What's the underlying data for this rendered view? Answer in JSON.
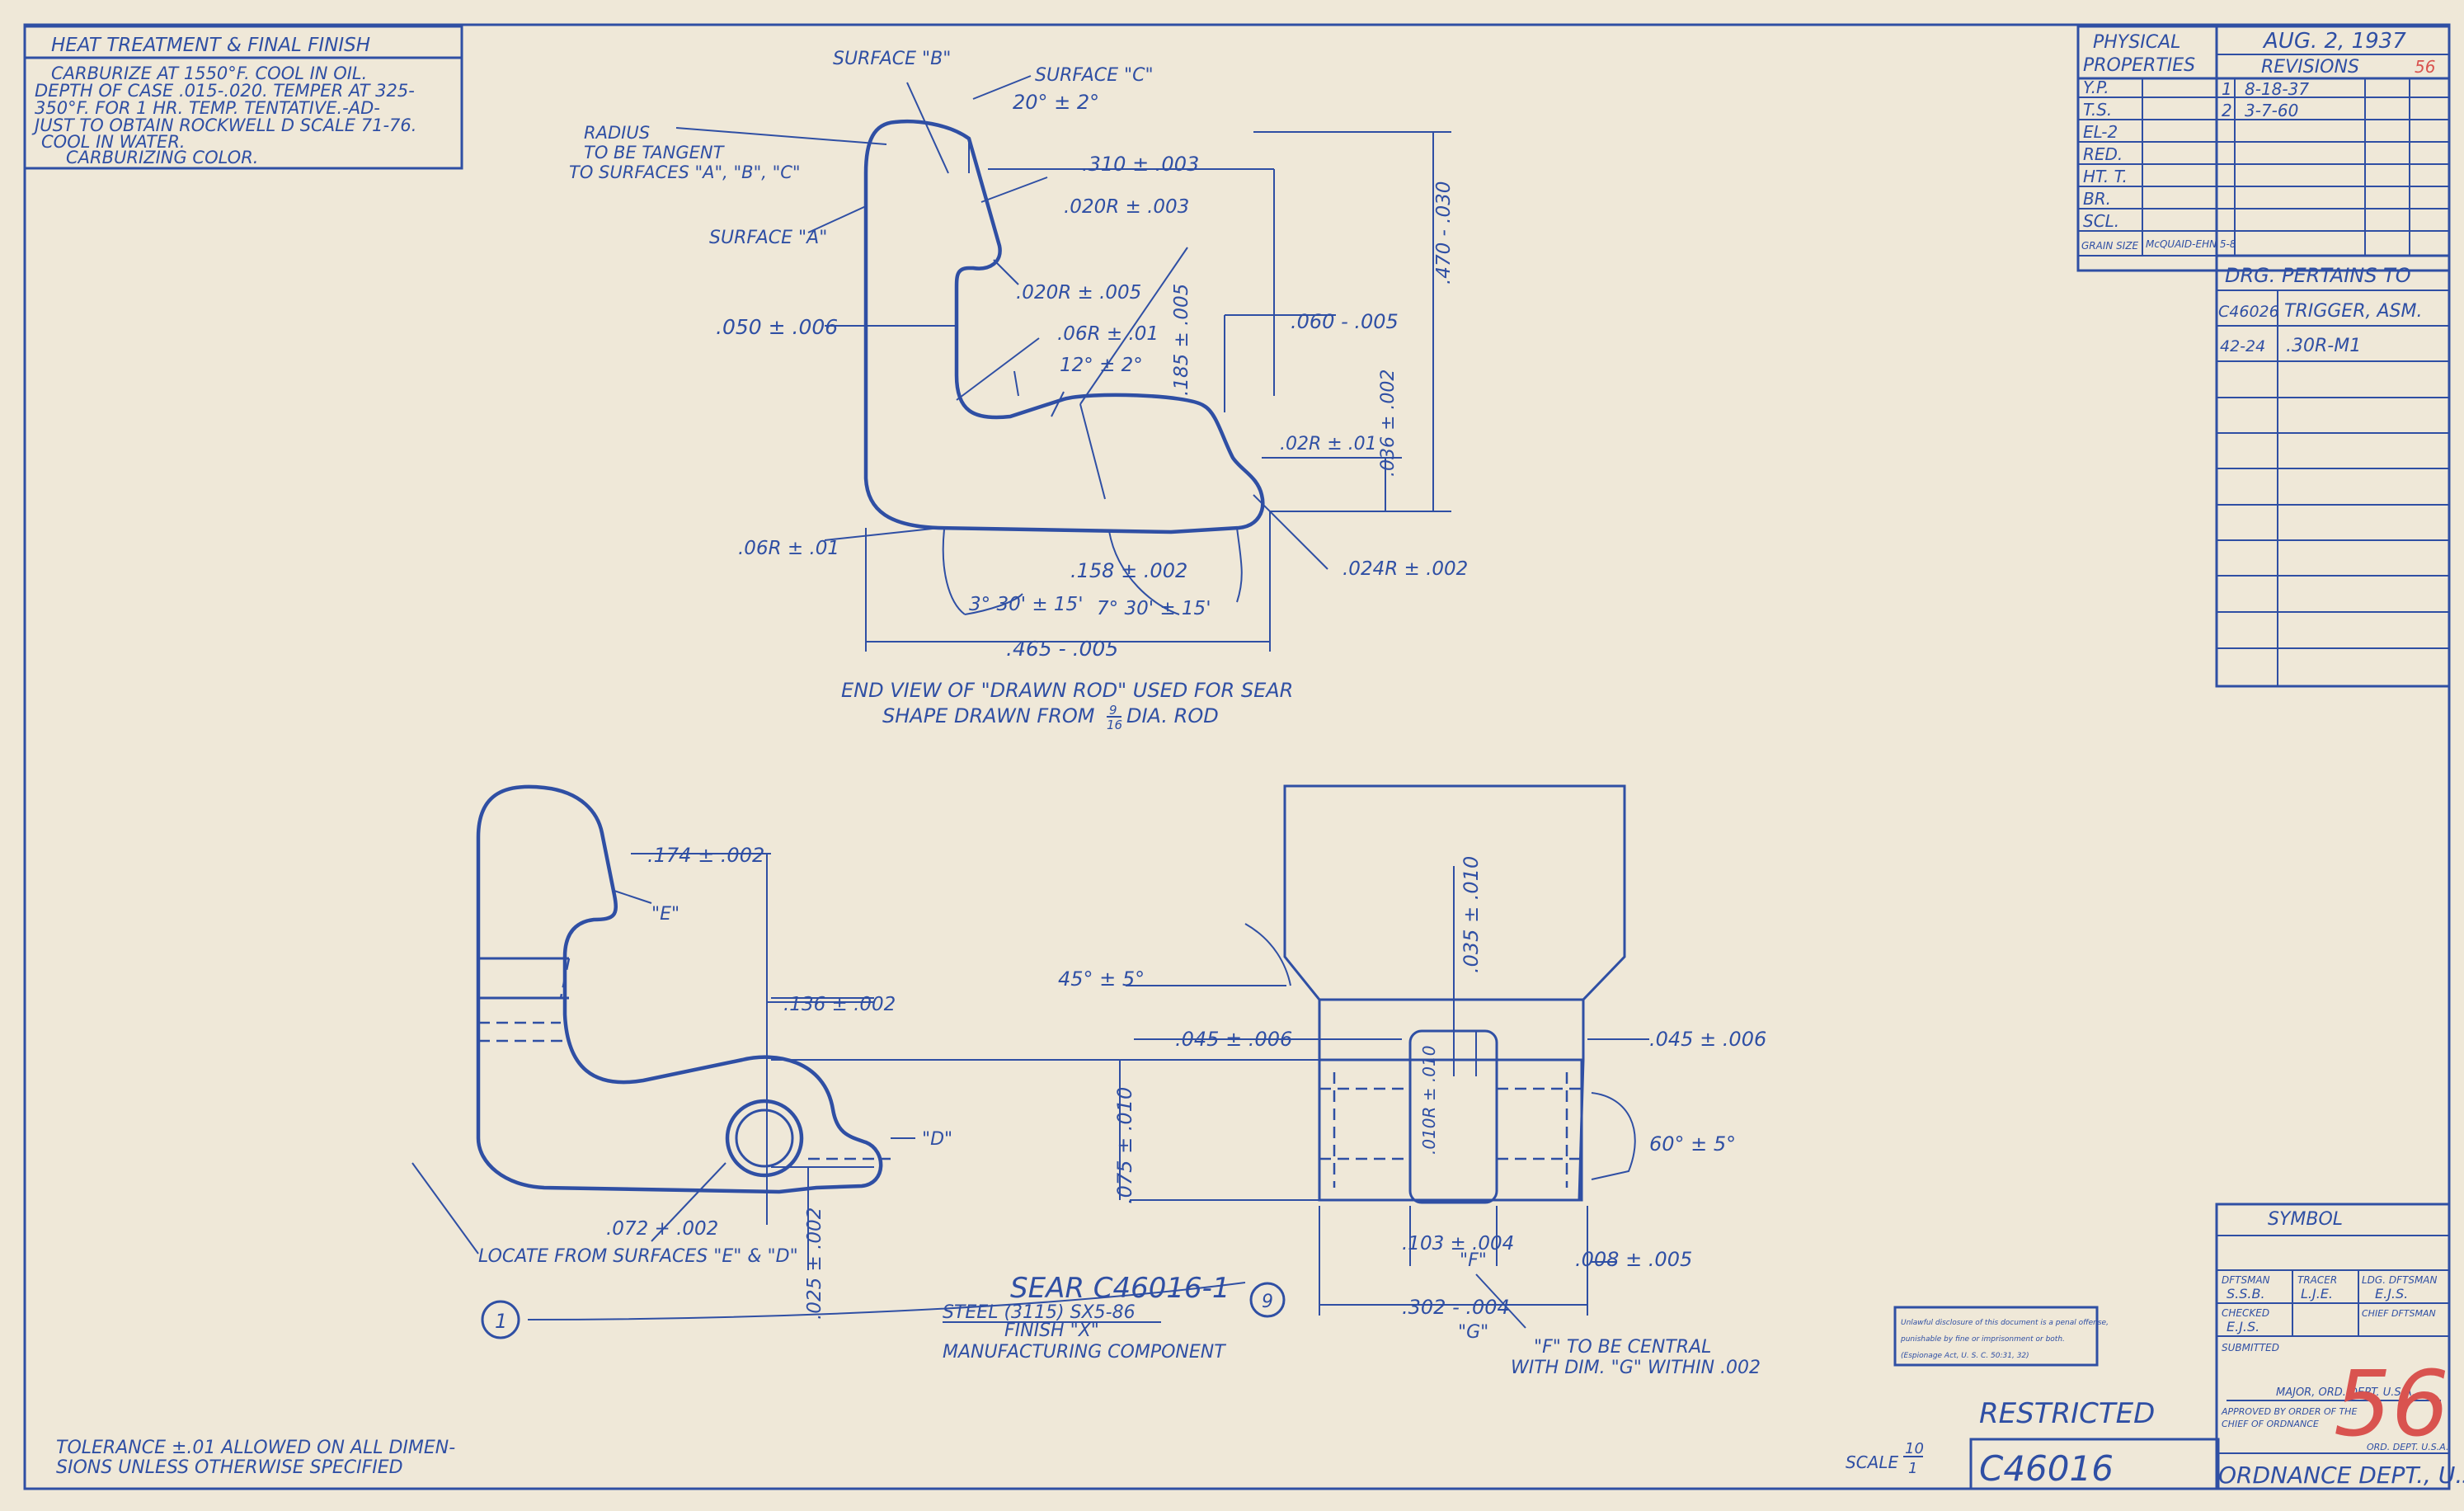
{
  "heat": {
    "title": "HEAT TREATMENT & FINAL FINISH",
    "lines": [
      "CARBURIZE AT 1550°F.        COOL IN OIL.",
      "DEPTH OF CASE .015-.020.  TEMPER AT 325-",
      "350°F. FOR 1 HR.  TEMP. TENTATIVE.-AD-",
      "JUST TO OBTAIN ROCKWELL D SCALE 71-76.",
      "COOL IN WATER.",
      "CARBURIZING COLOR."
    ]
  },
  "props": {
    "title1": "PHYSICAL",
    "title2": "PROPERTIES",
    "rows": [
      "Y.P.",
      "T.S.",
      "EL-2",
      "RED.",
      "HT. T.",
      "BR.",
      "SCL.",
      "GRAIN SIZE"
    ],
    "grain_val": "McQUAID-EHN 5-8",
    "date": "AUG. 2, 1937",
    "revisions": "REVISIONS",
    "rev1_no": "1",
    "rev1_date": "8-18-37",
    "rev2_no": "2",
    "rev2_date": "3-7-60",
    "mark": "56"
  },
  "pertains": {
    "title": "DRG. PERTAINS TO",
    "row1_a": "C46026",
    "row1_b": "TRIGGER, ASM.",
    "row2_a": "42-24",
    "row2_b": ".30R-M1"
  },
  "endview": {
    "surface_b": "SURFACE \"B\"",
    "surface_c": "SURFACE \"C\"",
    "surface_a": "SURFACE \"A\"",
    "radius1": "RADIUS",
    "radius2": "TO BE TANGENT",
    "radius3": "TO SURFACES \"A\", \"B\", \"C\"",
    "ang20": "20° ± 2°",
    "d310": ".310 ± .003",
    "r020a": ".020R ± .003",
    "r020b": ".020R ± .005",
    "d050": ".050 ± .006",
    "r06a": ".06R ± .01",
    "ang12": "12° ± 2°",
    "d185": ".185 ± .005",
    "d470": ".470 - .030",
    "d060": ".060 - .005",
    "r02": ".02R ± .01",
    "d036": ".036 ± .002",
    "r06b": ".06R ± .01",
    "d158": ".158 ± .002",
    "r024": ".024R ± .002",
    "ang3": "3° 30' ± 15'",
    "ang7": "7° 30' ± 15'",
    "d465": ".465 - .005",
    "cap1": "END VIEW OF \"DRAWN ROD\" USED FOR SEAR",
    "cap2": "SHAPE DRAWN FROM",
    "frac_num": "9",
    "frac_den": "16",
    "cap3": "DIA. ROD"
  },
  "side": {
    "d174": ".174 ± .002",
    "e": "\"E\"",
    "d136": ".136 ± .002",
    "dlabel": "\"D\"",
    "d072": ".072 + .002",
    "locate": "LOCATE FROM SURFACES \"E\" & \"D\"",
    "d025": ".025 ± .002",
    "circle1": "1"
  },
  "front": {
    "ang45": "45° ± 5°",
    "d045a": ".045 ± .006",
    "d035": ".035 ± .010",
    "d045b": ".045 ± .006",
    "d075": ".075 ± .010",
    "r010": ".010R ± .010",
    "ang60": "60° ± 5°",
    "d103": ".103 ± .004",
    "f": "\"F\"",
    "d008": ".008 ± .005",
    "d302": ".302 - .004",
    "g": "\"G\"",
    "note1": "\"F\" TO BE CENTRAL",
    "note2": "WITH DIM. \"G\" WITHIN .002"
  },
  "title_block": {
    "part": "SEAR  C46016-1",
    "circle9": "9",
    "steel": "STEEL (3115) SX5-86",
    "finish": "FINISH \"X\"",
    "mfg": "MANUFACTURING COMPONENT",
    "stamp1": "Unlawful disclosure of this document is a penal offense,",
    "stamp2": "punishable by fine or imprisonment or both.",
    "stamp3": "(Espionage Act, U. S. C. 50:31, 32)",
    "restricted": "RESTRICTED",
    "scale_label": "SCALE",
    "scale_num": "10",
    "scale_den": "1",
    "drawing_no": "C46016",
    "ordnance": "ORDNANCE DEPT., U.S.A.",
    "symbol": "SYMBOL",
    "dftsman_label": "DFTSMAN",
    "dftsman_val": "S.S.B.",
    "tracer_label": "TRACER",
    "tracer_val": "L.J.E.",
    "ldg_label": "LDG. DFTSMAN",
    "ldg_val": "E.J.S.",
    "checked_label": "CHECKED",
    "checked_val": "E.J.S.",
    "chief_label": "CHIEF DFTSMAN",
    "submitted_label": "SUBMITTED",
    "major": "MAJOR, ORD. DEPT. U.S.A.",
    "approved1": "APPROVED BY ORDER OF THE",
    "approved2": "CHIEF OF ORDNANCE",
    "orddept": "ORD. DEPT. U.S.A.",
    "big_mark": "56",
    "tolerance1": "TOLERANCE ±.01 ALLOWED ON ALL DIMEN-",
    "tolerance2": "SIONS UNLESS OTHERWISE SPECIFIED"
  }
}
